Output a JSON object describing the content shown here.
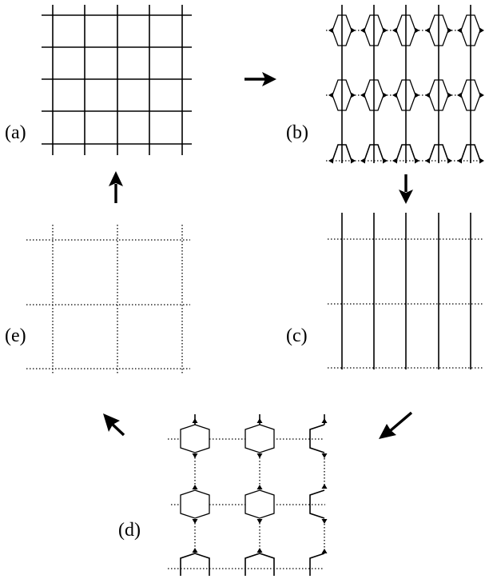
{
  "panels": {
    "a": {
      "label": "(a)"
    },
    "b": {
      "label": "(b)"
    },
    "c": {
      "label": "(c)"
    },
    "d": {
      "label": "(d)"
    },
    "e": {
      "label": "(e)"
    }
  },
  "arrows": [
    {
      "from": "a",
      "to": "b",
      "direction": "right"
    },
    {
      "from": "b",
      "to": "c",
      "direction": "down"
    },
    {
      "from": "c",
      "to": "d",
      "direction": "down-left"
    },
    {
      "from": "d",
      "to": "e",
      "direction": "up-left"
    },
    {
      "from": "e",
      "to": "a",
      "direction": "up"
    }
  ],
  "colors": {
    "ink": "#000000",
    "background": "#ffffff"
  }
}
